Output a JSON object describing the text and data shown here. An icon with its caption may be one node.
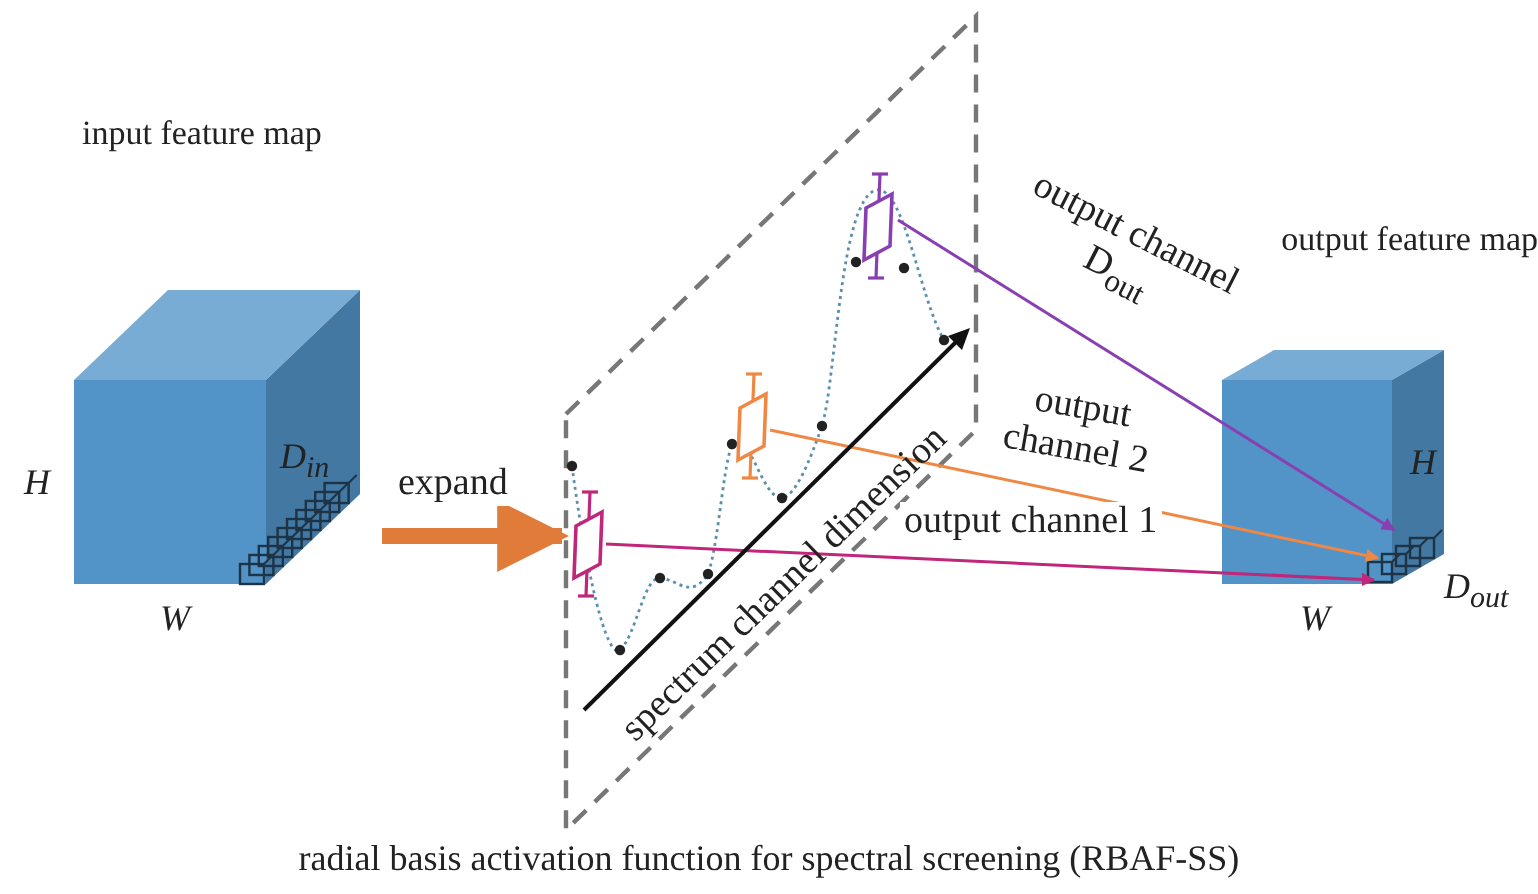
{
  "diagram": {
    "caption": "radial basis activation function for spectral screening (RBAF-SS)",
    "nodes": [
      {
        "text": [
          "input feature map"
        ]
      },
      {
        "text": [],
        "shape": "box"
      },
      {
        "text": [],
        "shape": "box",
        "in": 1
      },
      {
        "text": [],
        "shape": "box",
        "in": 1
      },
      {
        "text": [],
        "shape": "box",
        "in": 1
      },
      {
        "text": [
          "output feature map"
        ]
      }
    ],
    "edges": [
      {
        "from": 0,
        "to": 1,
        "arrow": "to",
        "label": "expand",
        "style": "thick",
        "color": "#e07b39"
      },
      {
        "from": 2,
        "to": 5,
        "arrow": "to",
        "label": "output channel 1",
        "color": "#c0267a"
      },
      {
        "from": 3,
        "to": 5,
        "arrow": "to",
        "label": "output channel 2",
        "color": "#ee8844"
      },
      {
        "from": 4,
        "to": 5,
        "arrow": "to",
        "label": "output channel D$_{out}$",
        "color": "#8a3fb0"
      }
    ],
    "labels": [
      "H",
      "D$_{in}$",
      "W",
      "spectrum channel dimension",
      "H",
      "W",
      "D$_{out}$"
    ]
  }
}
